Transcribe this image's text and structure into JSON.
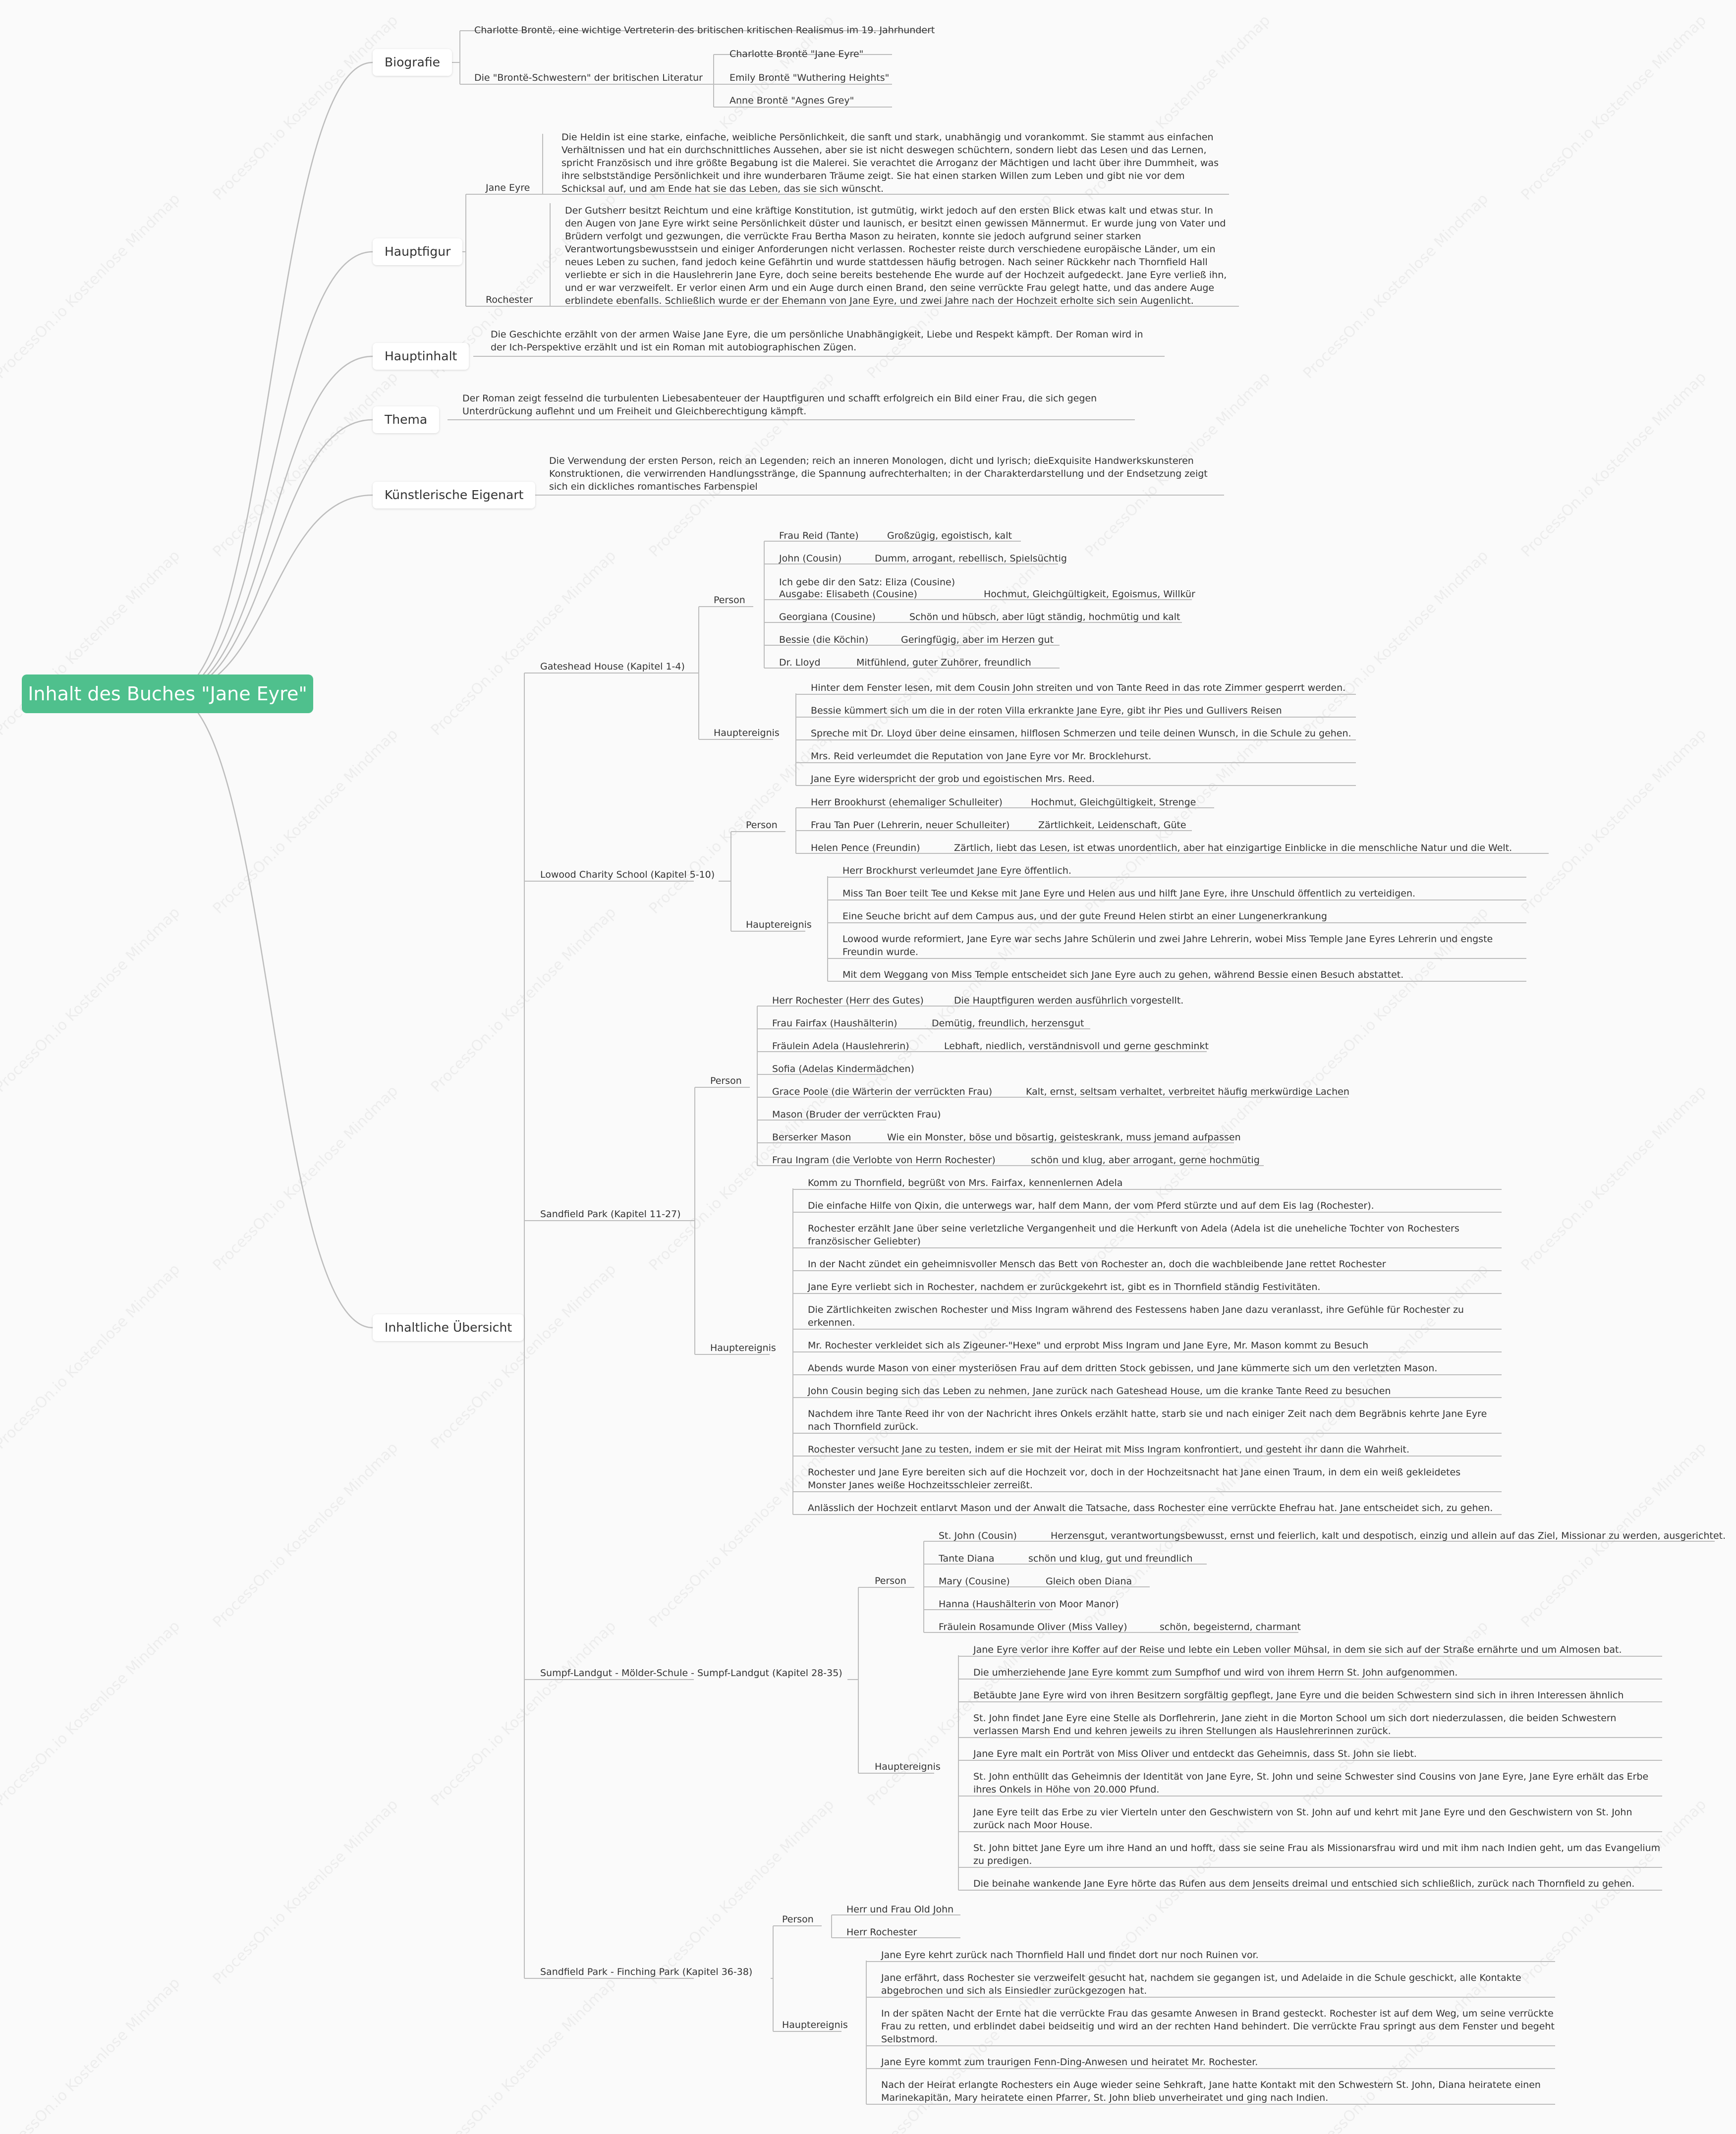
{
  "root": "Inhalt des Buches \"Jane Eyre\"",
  "watermark": "ProcessOn.io Kostenlose Mindmap",
  "colors": {
    "root": "#4fc08d",
    "edge": "#bdbdbd",
    "text": "#333333"
  },
  "branches": {
    "biografie": "Biografie",
    "hauptfigur": "Hauptfigur",
    "hauptinhalt": "Hauptinhalt",
    "thema": "Thema",
    "eigenart": "Künstlerische Eigenart",
    "uebersicht": "Inhaltliche Übersicht"
  },
  "bio": {
    "n1": "Charlotte Brontë, eine wichtige Vertreterin des britischen kritischen Realismus im 19. Jahrhundert",
    "n2": "Die \"Brontë-Schwestern\" der britischen Literatur",
    "s1": "Charlotte Brontë \"Jane Eyre\"",
    "s2": "Emily Brontë \"Wuthering Heights\"",
    "s3": "Anne Brontë \"Agnes Grey\""
  },
  "hauptfigur": {
    "jane": "Jane Eyre",
    "jane_text": "Die Heldin ist eine starke, einfache, weibliche Persönlichkeit, die sanft und stark, unabhängig und vorankommt. Sie stammt aus einfachen Verhältnissen und hat ein durchschnittliches Aussehen, aber sie ist nicht deswegen schüchtern, sondern liebt das Lesen und das Lernen, spricht Französisch und ihre größte Begabung ist die Malerei. Sie verachtet die Arroganz der Mächtigen und lacht über ihre Dummheit, was ihre selbstständige Persönlichkeit und ihre wunderbaren Träume zeigt. Sie hat einen starken Willen zum Leben und gibt nie vor dem Schicksal auf, und am Ende hat sie das Leben, das sie sich wünscht.",
    "rochester": "Rochester",
    "rochester_text": "Der Gutsherr besitzt Reichtum und eine kräftige Konstitution, ist gutmütig, wirkt jedoch auf den ersten Blick etwas kalt und etwas stur. In den Augen von Jane Eyre wirkt seine Persönlichkeit düster und launisch, er besitzt einen gewissen Männermut. Er wurde jung von Vater und Brüdern verfolgt und gezwungen, die verrückte Frau Bertha Mason zu heiraten, konnte sie jedoch aufgrund seiner starken Verantwortungsbewusstsein und einiger Anforderungen nicht verlassen. Rochester reiste durch verschiedene europäische Länder, um ein neues Leben zu suchen, fand jedoch keine Gefährtin und wurde stattdessen häufig betrogen. Nach seiner Rückkehr nach Thornfield Hall verliebte er sich in die Hauslehrerin Jane Eyre, doch seine bereits bestehende Ehe wurde auf der Hochzeit aufgedeckt. Jane Eyre verließ ihn, und er war verzweifelt. Er verlor einen Arm und ein Auge durch einen Brand, den seine verrückte Frau gelegt hatte, und das andere Auge erblindete ebenfalls. Schließlich wurde er der Ehemann von Jane Eyre, und zwei Jahre nach der Hochzeit erholte sich sein Augenlicht."
  },
  "hauptinhalt_text": "Die Geschichte erzählt von der armen Waise Jane Eyre, die um persönliche Unabhängigkeit, Liebe und Respekt kämpft. Der Roman wird in der Ich-Perspektive erzählt und ist ein Roman mit autobiographischen Zügen.",
  "thema_text": "Der Roman zeigt fesselnd die turbulenten Liebesabenteuer der Hauptfiguren und schafft erfolgreich ein Bild einer Frau, die sich gegen Unterdrückung auflehnt und um Freiheit und Gleichberechtigung kämpft.",
  "eigenart_text": "Die Verwendung der ersten Person, reich an Legenden; reich an inneren Monologen, dicht und lyrisch; dieExquisite Handwerkskunsteren Konstruktionen, die verwirrenden Handlungsstränge, die Spannung aufrechterhalten; in der Charakterdarstellung und der Endsetzung zeigt sich ein dickliches romantisches Farbenspiel",
  "labels": {
    "person": "Person",
    "hauptereignis": "Hauptereignis"
  },
  "sections": {
    "gateshead": {
      "title": "Gateshead House (Kapitel 1-4)",
      "persons": [
        {
          "name": "Frau Reid (Tante)",
          "desc": "Großzügig, egoistisch, kalt"
        },
        {
          "name": "John (Cousin)",
          "desc": "Dumm, arrogant, rebellisch, Spielsüchtig"
        },
        {
          "name": "Ich gebe dir den Satz: Eliza (Cousine)",
          "name2": "Ausgabe: Elisabeth (Cousine)",
          "desc": "Hochmut, Gleichgültigkeit, Egoismus, Willkür"
        },
        {
          "name": "Georgiana (Cousine)",
          "desc": "Schön und hübsch, aber lügt ständig, hochmütig und kalt"
        },
        {
          "name": "Bessie (die Köchin)",
          "desc": "Geringfügig, aber im Herzen gut"
        },
        {
          "name": "Dr. Lloyd",
          "desc": "Mitfühlend, guter Zuhörer, freundlich"
        }
      ],
      "events": [
        "Hinter dem Fenster lesen, mit dem Cousin John streiten und von Tante Reed in das rote Zimmer gesperrt werden.",
        "Bessie kümmert sich um die in der roten Villa erkrankte Jane Eyre, gibt ihr Pies und Gullivers Reisen",
        "Spreche mit Dr. Lloyd über deine einsamen, hilflosen Schmerzen und teile deinen Wunsch, in die Schule zu gehen.",
        "Mrs. Reid verleumdet die Reputation von Jane Eyre vor Mr. Brocklehurst.",
        "Jane Eyre widerspricht der grob und egoistischen Mrs. Reed."
      ]
    },
    "lowood": {
      "title": "Lowood Charity School (Kapitel 5-10)",
      "persons": [
        {
          "name": "Herr Brookhurst (ehemaliger Schulleiter)",
          "desc": "Hochmut, Gleichgültigkeit, Strenge"
        },
        {
          "name": "Frau Tan Puer (Lehrerin, neuer Schulleiter)",
          "desc": "Zärtlichkeit, Leidenschaft, Güte"
        },
        {
          "name": "Helen Pence (Freundin)",
          "desc": "Zärtlich, liebt das Lesen, ist etwas unordentlich, aber hat einzigartige Einblicke in die menschliche Natur und die Welt."
        }
      ],
      "events": [
        "Herr Brockhurst verleumdet Jane Eyre öffentlich.",
        "Miss Tan Boer teilt Tee und Kekse mit Jane Eyre und Helen aus und hilft Jane Eyre, ihre Unschuld öffentlich zu verteidigen.",
        "Eine Seuche bricht auf dem Campus aus, und der gute Freund Helen stirbt an einer Lungenerkrankung",
        "Lowood wurde reformiert, Jane Eyre war sechs Jahre Schülerin und zwei Jahre Lehrerin, wobei Miss Temple Jane Eyres Lehrerin und engste Freundin wurde.",
        "Mit dem Weggang von Miss Temple entscheidet sich Jane Eyre auch zu gehen, während Bessie einen Besuch abstattet."
      ]
    },
    "sandfield": {
      "title": "Sandfield Park (Kapitel 11-27)",
      "persons": [
        {
          "name": "Herr Rochester (Herr des Gutes)",
          "desc": "Die Hauptfiguren werden ausführlich vorgestellt."
        },
        {
          "name": "Frau Fairfax (Haushälterin)",
          "desc": "Demütig, freundlich, herzensgut"
        },
        {
          "name": "Fräulein Adela (Hauslehrerin)",
          "desc": "Lebhaft, niedlich, verständnisvoll und gerne geschminkt"
        },
        {
          "name": "Sofia (Adelas Kindermädchen)",
          "desc": ""
        },
        {
          "name": "Grace Poole (die Wärterin der verrückten Frau)",
          "desc": "Kalt, ernst, seltsam verhaltet, verbreitet häufig merkwürdige Lachen"
        },
        {
          "name": "Mason (Bruder der verrückten Frau)",
          "desc": ""
        },
        {
          "name": "Berserker Mason",
          "desc": "Wie ein Monster, böse und bösartig, geisteskrank, muss jemand aufpassen"
        },
        {
          "name": "Frau Ingram (die Verlobte von Herrn Rochester)",
          "desc": "schön und klug, aber arrogant, gerne hochmütig"
        }
      ],
      "events": [
        "Komm zu Thornfield, begrüßt von Mrs. Fairfax, kennenlernen Adela",
        "Die einfache Hilfe von Qixin, die unterwegs war, half dem Mann, der vom Pferd stürzte und auf dem Eis lag (Rochester).",
        "Rochester erzählt Jane über seine verletzliche Vergangenheit und die Herkunft von Adela (Adela ist die uneheliche Tochter von Rochesters französischer Geliebter)",
        "In der Nacht zündet ein geheimnisvoller Mensch das Bett von Rochester an, doch die wachbleibende Jane rettet Rochester",
        "Jane Eyre verliebt sich in Rochester, nachdem er zurückgekehrt ist, gibt es in Thornfield ständig Festivitäten.",
        "Die Zärtlichkeiten zwischen Rochester und Miss Ingram während des Festessens haben Jane dazu veranlasst, ihre Gefühle für Rochester zu erkennen.",
        "Mr. Rochester verkleidet sich als Zigeuner-\"Hexe\" und erprobt Miss Ingram und Jane Eyre, Mr. Mason kommt zu Besuch",
        "Abends wurde Mason von einer mysteriösen Frau auf dem dritten Stock gebissen, und Jane kümmerte sich um den verletzten Mason.",
        "John Cousin beging sich das Leben zu nehmen, Jane zurück nach Gateshead House, um die kranke Tante Reed zu besuchen",
        "Nachdem ihre Tante Reed ihr von der Nachricht ihres Onkels erzählt hatte, starb sie und nach einiger Zeit nach dem Begräbnis kehrte Jane Eyre nach Thornfield zurück.",
        "Rochester versucht Jane zu testen, indem er sie mit der Heirat mit Miss Ingram konfrontiert, und gesteht ihr dann die Wahrheit.",
        "Rochester und Jane Eyre bereiten sich auf die Hochzeit vor, doch in der Hochzeitsnacht hat Jane einen Traum, in dem ein weiß gekleidetes Monster Janes weiße Hochzeitsschleier zerreißt.",
        "Anlässlich der Hochzeit entlarvt Mason und der Anwalt die Tatsache, dass Rochester eine verrückte Ehefrau hat. Jane entscheidet sich, zu gehen."
      ]
    },
    "sumpf": {
      "title": "Sumpf-Landgut - Mölder-Schule - Sumpf-Landgut (Kapitel 28-35)",
      "persons": [
        {
          "name": "St. John (Cousin)",
          "desc": "Herzensgut, verantwortungsbewusst, ernst und feierlich, kalt und despotisch, einzig und allein auf das Ziel, Missionar zu werden, ausgerichtet."
        },
        {
          "name": "Tante Diana",
          "desc": "schön und klug, gut und freundlich"
        },
        {
          "name": "Mary (Cousine)",
          "desc": "Gleich oben Diana"
        },
        {
          "name": "Hanna (Haushälterin von Moor Manor)",
          "desc": ""
        },
        {
          "name": "Fräulein Rosamunde Oliver (Miss Valley)",
          "desc": "schön, begeisternd, charmant"
        }
      ],
      "events": [
        "Jane Eyre verlor ihre Koffer auf der Reise und lebte ein Leben voller Mühsal, in dem sie sich auf der Straße ernährte und um Almosen bat.",
        "Die umherziehende Jane Eyre kommt zum Sumpfhof und wird von ihrem Herrn St. John aufgenommen.",
        "Betäubte Jane Eyre wird von ihren Besitzern sorgfältig gepflegt, Jane Eyre und die beiden Schwestern sind sich in ihren Interessen ähnlich",
        "St. John findet Jane Eyre eine Stelle als Dorflehrerin, Jane zieht in die Morton School um sich dort niederzulassen, die beiden Schwestern verlassen Marsh End und kehren jeweils zu ihren Stellungen als Hauslehrerinnen zurück.",
        "Jane Eyre malt ein Porträt von Miss Oliver und entdeckt das Geheimnis, dass St. John sie liebt.",
        "St. John enthüllt das Geheimnis der Identität von Jane Eyre, St. John und seine Schwester sind Cousins von Jane Eyre, Jane Eyre erhält das Erbe ihres Onkels in Höhe von 20.000 Pfund.",
        "Jane Eyre teilt das Erbe zu vier Vierteln unter den Geschwistern von St. John auf und kehrt mit Jane Eyre und den Geschwistern von St. John zurück nach Moor House.",
        "St. John bittet Jane Eyre um ihre Hand an und hofft, dass sie seine Frau als Missionarsfrau wird und mit ihm nach Indien geht, um das Evangelium zu predigen.",
        "Die beinahe wankende Jane Eyre hörte das Rufen aus dem Jenseits dreimal und entschied sich schließlich, zurück nach Thornfield zu gehen."
      ]
    },
    "finching": {
      "title": "Sandfield Park - Finching Park (Kapitel 36-38)",
      "persons": [
        {
          "name": "Herr und Frau Old John",
          "desc": ""
        },
        {
          "name": "Herr Rochester",
          "desc": ""
        }
      ],
      "events": [
        "Jane Eyre kehrt zurück nach Thornfield Hall und findet dort nur noch Ruinen vor.",
        "Jane erfährt, dass Rochester sie verzweifelt gesucht hat, nachdem sie gegangen ist, und Adelaide in die Schule geschickt, alle Kontakte abgebrochen und sich als Einsiedler zurückgezogen hat.",
        "In der späten Nacht der Ernte hat die verrückte Frau das gesamte Anwesen in Brand gesteckt. Rochester ist auf dem Weg, um seine verrückte Frau zu retten, und erblindet dabei beidseitig und wird an der rechten Hand behindert. Die verrückte Frau springt aus dem Fenster und begeht Selbstmord.",
        "Jane Eyre kommt zum traurigen Fenn-Ding-Anwesen und heiratet Mr. Rochester.",
        "Nach der Heirat erlangte Rochesters ein Auge wieder seine Sehkraft, Jane hatte Kontakt mit den Schwestern St. John, Diana heiratete einen Marinekapitän, Mary heiratete einen Pfarrer, St. John blieb unverheiratet und ging nach Indien."
      ]
    }
  }
}
